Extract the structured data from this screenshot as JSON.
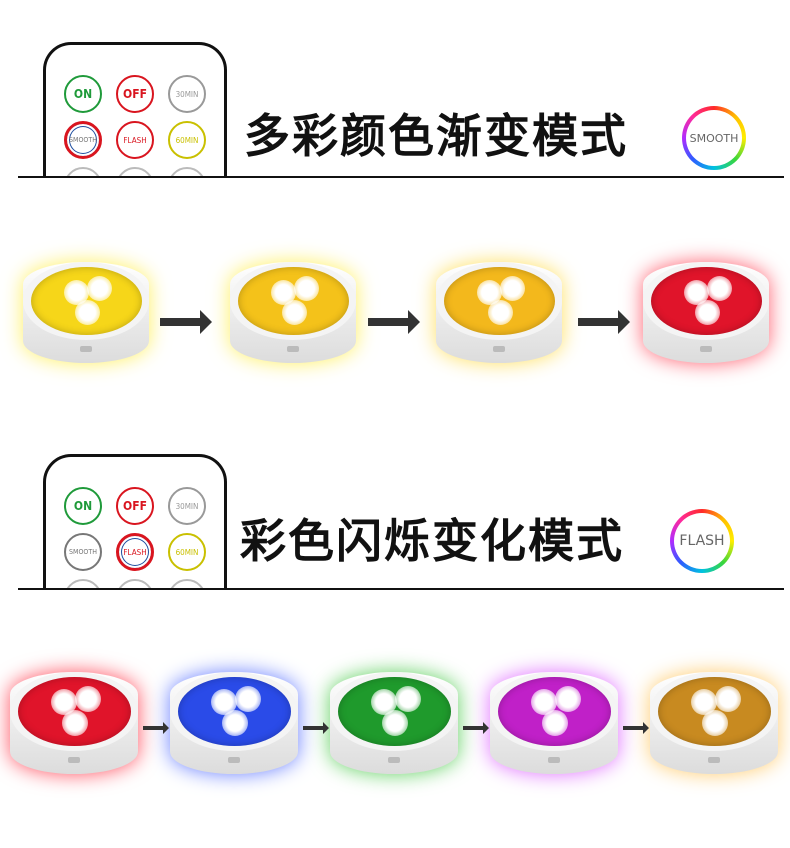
{
  "remote_buttons": [
    {
      "label": "ON",
      "color": "#1f9a3a"
    },
    {
      "label": "OFF",
      "color": "#d9151f"
    },
    {
      "label": "30MIN",
      "color": "#999999"
    },
    {
      "label": "SMOOTH",
      "color": "#777777"
    },
    {
      "label": "FLASH",
      "color": "#d9151f"
    },
    {
      "label": "60MIN",
      "color": "#c9c000"
    }
  ],
  "section1": {
    "title": "多彩颜色渐变模式",
    "badge_label": "SMOOTH",
    "highlighted_button": "SMOOTH",
    "lights": [
      {
        "color": "#f6d619",
        "glow": "#fff060"
      },
      {
        "color": "#f4c21a",
        "glow": "#fff060"
      },
      {
        "color": "#f3b81c",
        "glow": "#ffe060"
      },
      {
        "color": "#e0142a",
        "glow": "#ff6070"
      }
    ]
  },
  "section2": {
    "title": "彩色闪烁变化模式",
    "badge_label": "FLASH",
    "highlighted_button": "FLASH",
    "lights": [
      {
        "color": "#e0142a",
        "glow": "#ff5060"
      },
      {
        "color": "#2a4be8",
        "glow": "#6a80ff"
      },
      {
        "color": "#1f9a2c",
        "glow": "#60d060"
      },
      {
        "color": "#c020c8",
        "glow": "#e070ff"
      },
      {
        "color": "#c88a20",
        "glow": "#ffcc70"
      }
    ]
  },
  "icons": {
    "arrow": "right-arrow-icon",
    "badge": "color-wheel-icon",
    "remote": "remote-control-icon"
  }
}
